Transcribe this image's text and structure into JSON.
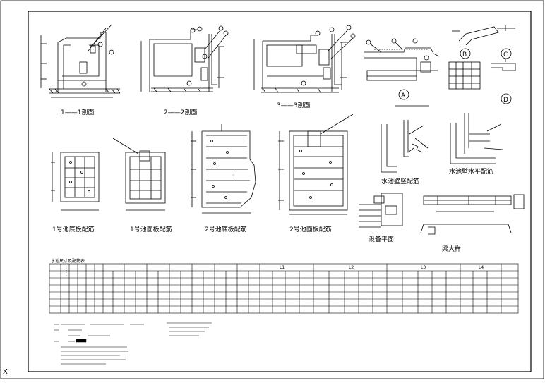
{
  "drawing": {
    "sections": [
      "1——1剖面",
      "2——2剖面",
      "3——3剖面"
    ],
    "detail_markers": [
      "A",
      "B",
      "C",
      "D"
    ],
    "plans": [
      "1号池底板配筋",
      "1号池面板配筋",
      "2号池底板配筋",
      "2号池面板配筋"
    ],
    "details": [
      "水池壁竖配筋",
      "水池壁水平配筋",
      "设备平面",
      "梁大样"
    ]
  },
  "table": {
    "title": "水池尺寸及配筋表",
    "group_headers": [
      "L1",
      "L2",
      "L3",
      "L4"
    ]
  },
  "corner": {
    "mark": "X"
  }
}
